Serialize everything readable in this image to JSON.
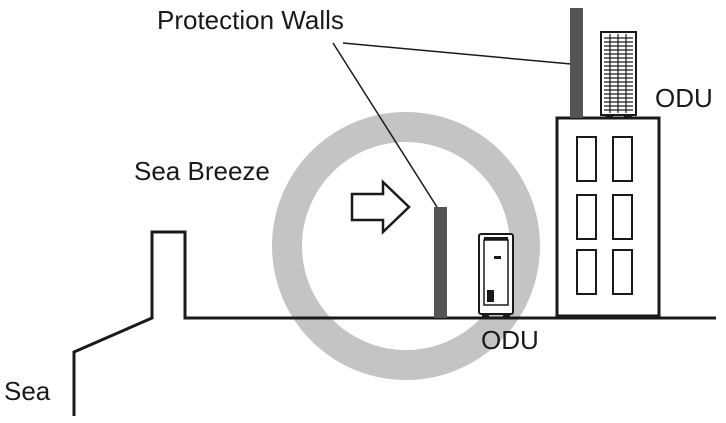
{
  "labels": {
    "protection_walls": "Protection Walls",
    "sea_breeze": "Sea Breeze",
    "odu_roof": "ODU",
    "odu_ground": "ODU",
    "sea": "Sea"
  },
  "colors": {
    "line": "#1a1a1a",
    "ring": "#c4c4c4",
    "wall": "#555555"
  }
}
